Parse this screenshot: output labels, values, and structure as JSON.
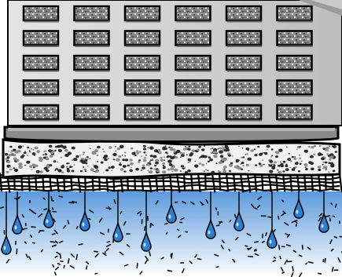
{
  "diagram": {
    "kind": "cross-section illustration",
    "layers": [
      {
        "id": "grate-panel",
        "icon": "perforated-grate-panel"
      },
      {
        "id": "base-plate",
        "icon": "solid-plate"
      },
      {
        "id": "gravel-bed",
        "icon": "gravel-texture"
      },
      {
        "id": "geotextile-mesh",
        "icon": "mesh-fabric"
      },
      {
        "id": "drainage-zone",
        "icon": "water-droplets"
      }
    ],
    "grid": {
      "rows": 5,
      "cols": 6
    },
    "droplet_count": 12,
    "colors": {
      "panel": "#bdbdbd",
      "panel_light": "#dcdcdc",
      "panel_dark": "#7f7f7f",
      "outline": "#000000",
      "water_top": "#4a8fd8",
      "water_bottom": "#ffffff",
      "droplet": "#2f7fd0"
    }
  }
}
